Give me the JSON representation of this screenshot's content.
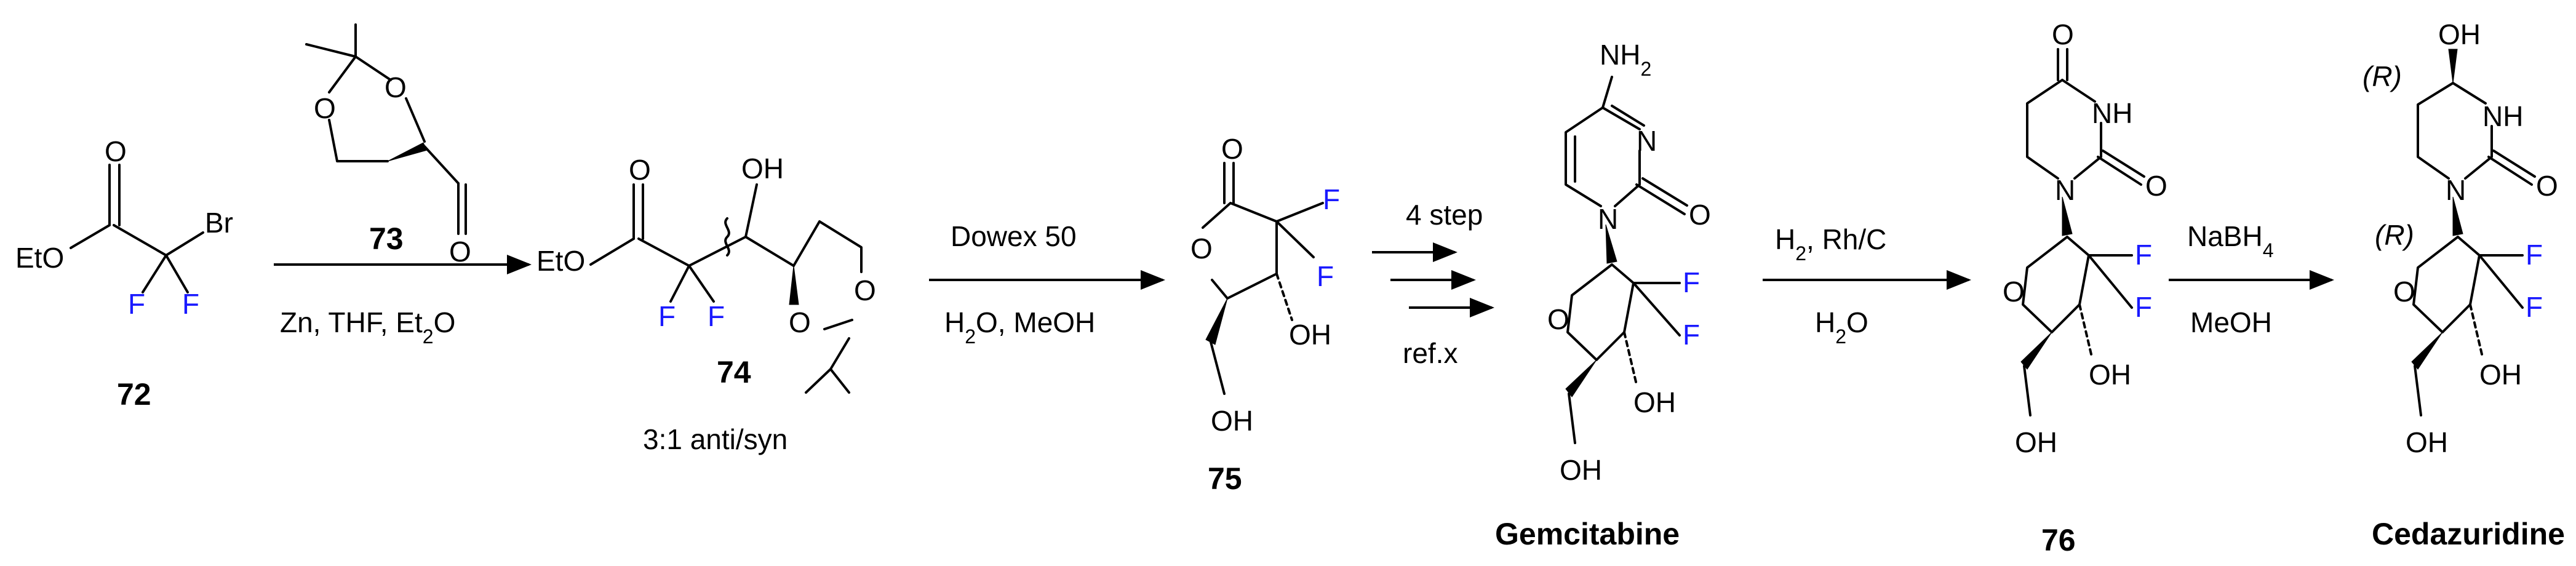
{
  "compounds": {
    "c72": {
      "label": "72",
      "ester": "EtO",
      "carbonyl_o": "O",
      "br": "Br",
      "f1": "F",
      "f2": "F"
    },
    "c73": {
      "label": "73",
      "o1": "O",
      "o2": "O",
      "o3": "O"
    },
    "c74": {
      "label": "74",
      "ester": "EtO",
      "carbonyl_o": "O",
      "oh": "OH",
      "f1": "F",
      "f2": "F",
      "o1": "O",
      "o2": "O",
      "ratio": "3:1 anti/syn"
    },
    "c75": {
      "label": "75",
      "ring_o": "O",
      "carbonyl_o": "O",
      "f": "F",
      "oh3": "OH",
      "oh5": "OH"
    },
    "gem": {
      "label": "Gemcitabine",
      "nh2": "NH",
      "nh2_sub": "2",
      "n3": "N",
      "n1": "N",
      "o2": "O",
      "ring_o": "O",
      "f1": "F",
      "f2": "F",
      "oh3": "OH",
      "oh5": "OH"
    },
    "c76": {
      "label": "76",
      "o4": "O",
      "nh": "NH",
      "n1": "N",
      "o2": "O",
      "ring_o": "O",
      "f1": "F",
      "f2": "F",
      "oh3": "OH",
      "oh5": "OH"
    },
    "ced": {
      "label": "Cedazuridine",
      "oh4": "OH",
      "r4": "(R)",
      "nh": "NH",
      "n1": "N",
      "o2": "O",
      "r1": "(R)",
      "ring_o": "O",
      "f1": "F",
      "f2": "F",
      "oh3": "OH",
      "oh5": "OH"
    }
  },
  "steps": {
    "s1": {
      "below": "Zn, THF, Et",
      "below_sub": "2",
      "below_end": "O"
    },
    "s2": {
      "above": "Dowex 50",
      "below": "H",
      "below_sub": "2",
      "below_end": "O, MeOH"
    },
    "s3": {
      "above": "4 step",
      "below": "ref.x"
    },
    "s4": {
      "above_a": "H",
      "above_sub": "2",
      "above_b": ", Rh/C",
      "below": "H",
      "below_sub": "2",
      "below_end": "O"
    },
    "s5": {
      "above": "NaBH",
      "above_sub": "4",
      "below": "MeOH"
    }
  },
  "colors": {
    "fluorine": "#1a1aff",
    "ink": "#000000"
  }
}
